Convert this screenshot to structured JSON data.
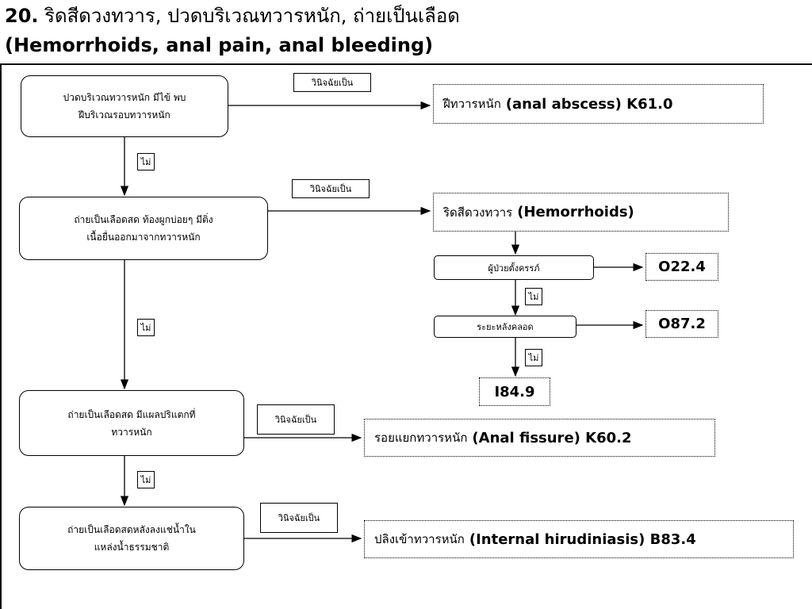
{
  "title": {
    "number": "20.",
    "thai": "ริดสีดวงทวาร, ปวดบริเวณทวารหนัก, ถ่ายเป็นเลือด",
    "english": "(Hemorrhoids, anal pain, anal bleeding)"
  },
  "questions": [
    {
      "line1": "ปวดบริเวณทวารหนัก มีไข้ พบ",
      "line2": "ฝีบริเวณรอบทวารหนัก"
    },
    {
      "line1": "ถ่ายเป็นเลือดสด ท้องผูกบ่อยๆ  มีติ่ง",
      "line2": "เนื้อยื่นออกมาจากทวารหนัก"
    },
    {
      "line1": "ถ่ายเป็นเลือดสด มีแผลปริแตกที่",
      "line2": "ทวารหนัก"
    },
    {
      "line1": "ถ่ายเป็นเลือดสดหลังลงแช่น้ำใน",
      "line2": "แหล่งน้ำธรรมชาติ"
    }
  ],
  "diagnosis_label": "วินิจฉัยเป็น",
  "no_label": "ไม่",
  "diagnoses": [
    {
      "thai": "ฝีทวารหนัก",
      "english": "(anal abscess) K61.0"
    },
    {
      "thai": "ริดสีดวงทวาร",
      "english": "(Hemorrhoids)"
    },
    {
      "thai": "รอยแยกทวารหนัก",
      "english": "(Anal fissure) K60.2"
    },
    {
      "thai": "ปลิงเข้าทวารหนัก",
      "english": "(Internal hirudiniasis) B83.4"
    }
  ],
  "sub_questions": [
    {
      "label": "ผู้ป่วยตั้งครรภ์",
      "code": "O22.4"
    },
    {
      "label": "ระยะหลังคลอด",
      "code": "O87.2"
    }
  ],
  "final_code": "I84.9"
}
